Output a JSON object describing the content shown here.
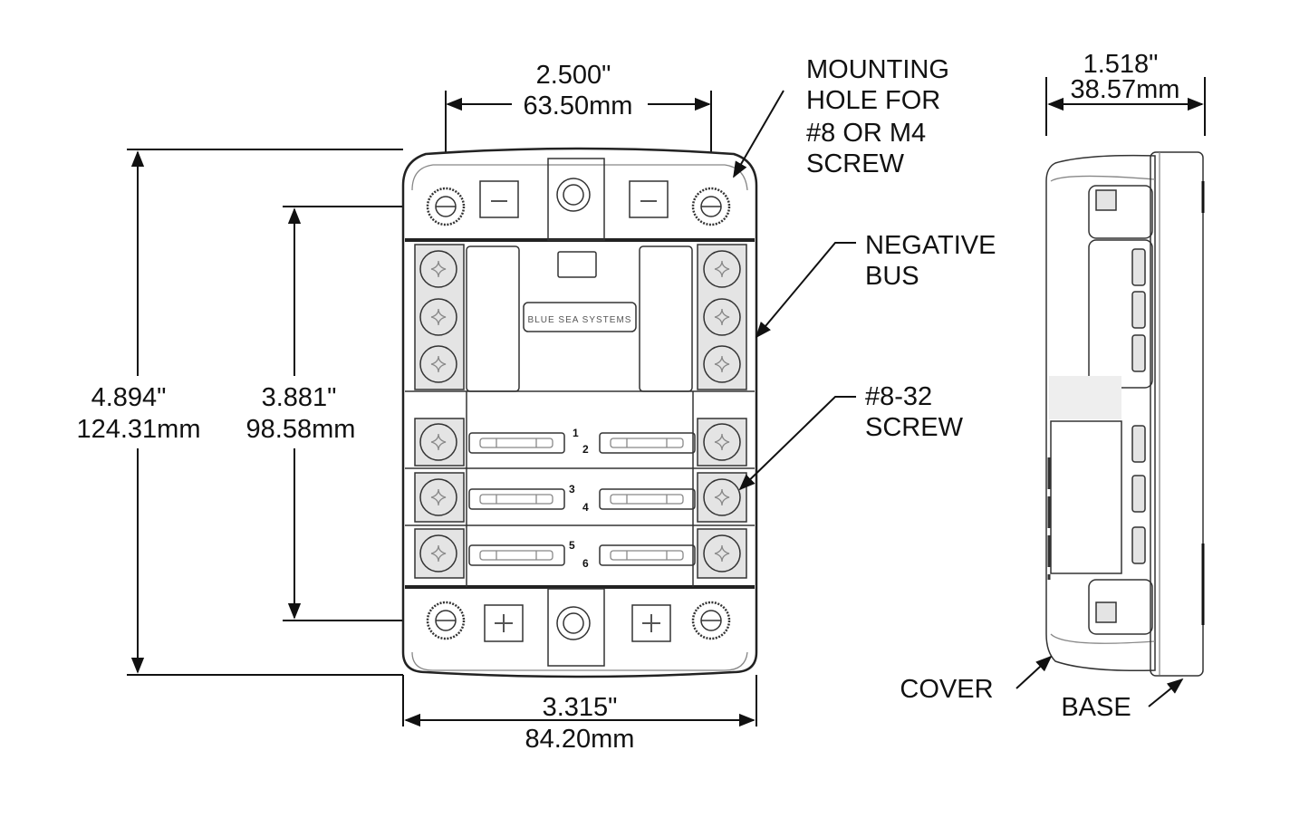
{
  "dimensions": {
    "hole_spacing": {
      "inches": "2.500\"",
      "mm": "63.50mm"
    },
    "overall_height": {
      "inches": "4.894\"",
      "mm": "124.31mm"
    },
    "hole_vertical_spacing": {
      "inches": "3.881\"",
      "mm": "98.58mm"
    },
    "overall_width": {
      "inches": "3.315\"",
      "mm": "84.20mm"
    },
    "depth": {
      "inches": "1.518\"",
      "mm": "38.57mm"
    }
  },
  "callouts": {
    "mounting_hole": [
      "MOUNTING",
      "HOLE FOR",
      "#8 OR M4",
      "SCREW"
    ],
    "negative_bus": [
      "NEGATIVE",
      "BUS"
    ],
    "screw": [
      "#8-32",
      "SCREW"
    ],
    "cover": "COVER",
    "base": "BASE"
  },
  "fuse_numbers": [
    "1",
    "2",
    "3",
    "4",
    "5",
    "6"
  ],
  "logo": "BLUE SEA SYSTEMS"
}
